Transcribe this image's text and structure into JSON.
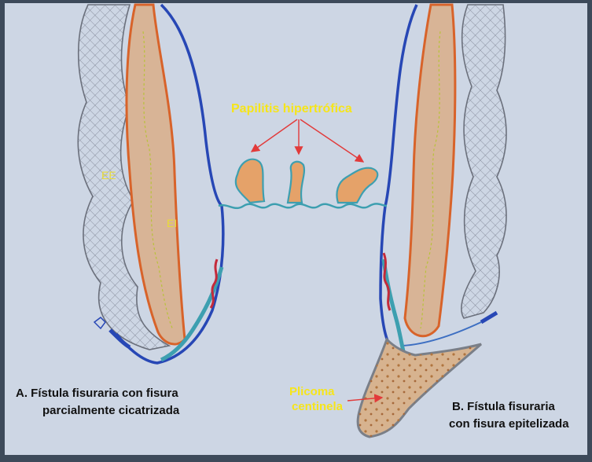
{
  "labels": {
    "papilitis": "Papilitis hipertrófica",
    "ee": "EE",
    "ei": "EI",
    "plicoma_line1": "Plicoma",
    "plicoma_line2": "centinela",
    "caption_a_line1": "A.  Fístula fisuraria con fisura",
    "caption_a_line2": "parcialmente cicatrizada",
    "caption_b_line1": "B. Fístula fisuraria",
    "caption_b_line2": "con fisura  epitelizada"
  },
  "colors": {
    "paper": "#cdd6e4",
    "frame": "#3d4a5a",
    "label_yellow": "#f6e51a",
    "arrow_red": "#e23a3a",
    "blue_line": "#2747b5",
    "orange_line": "#d8632a",
    "muscle_fill": "#d8b496",
    "teal": "#3d9fb0",
    "papilla_fill": "#e5a269"
  }
}
